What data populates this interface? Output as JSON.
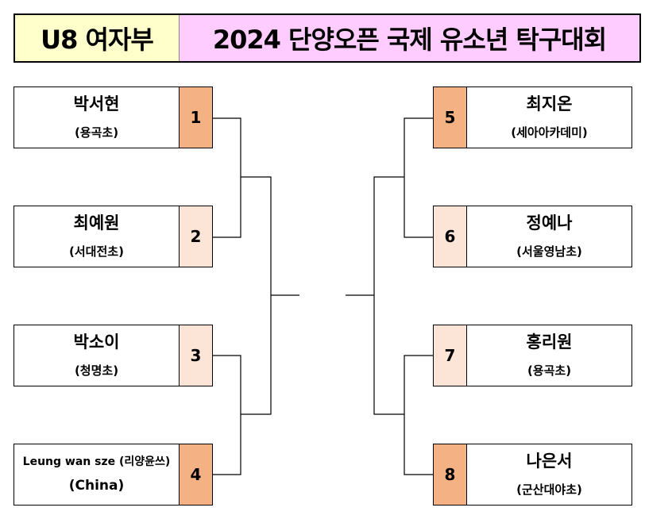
{
  "title": {
    "category": "U8 여자부",
    "tournament": "2024 단양오픈 국제 유소년 탁구대회"
  },
  "colors": {
    "category_bg": "#FFFFCC",
    "title_bg": "#FFCCFF",
    "seed_dark": "#F4B183",
    "seed_light": "#FCE4D6"
  },
  "players": [
    {
      "seed": "1",
      "name": "박서현",
      "school": "(용곡초)"
    },
    {
      "seed": "2",
      "name": "최예원",
      "school": "(서대전초)"
    },
    {
      "seed": "3",
      "name": "박소이",
      "school": "(청명초)"
    },
    {
      "seed": "4",
      "name": "Leung wan sze (리양윤쓰)",
      "school": "(China)"
    },
    {
      "seed": "5",
      "name": "최지온",
      "school": "(세아아카데미)"
    },
    {
      "seed": "6",
      "name": "정예나",
      "school": "(서울영남초)"
    },
    {
      "seed": "7",
      "name": "홍리원",
      "school": "(용곡초)"
    },
    {
      "seed": "8",
      "name": "나은서",
      "school": "(군산대야초)"
    }
  ]
}
